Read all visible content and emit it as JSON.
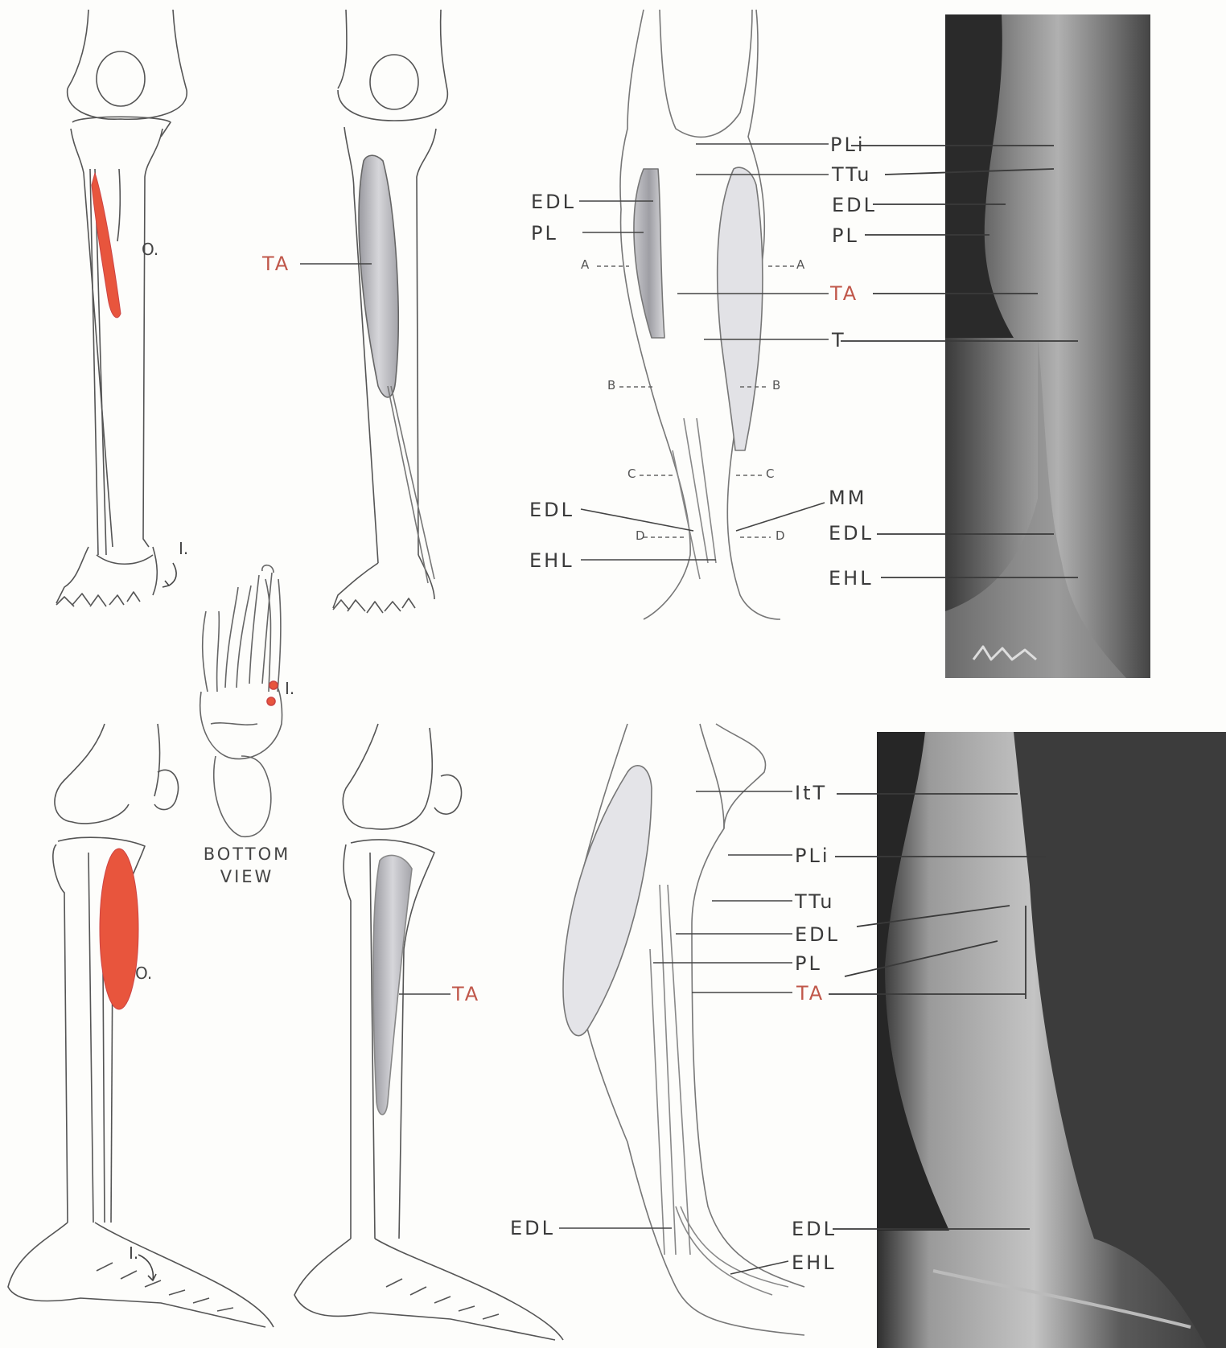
{
  "colors": {
    "origin": "#e8553d",
    "label_red": "#c0574a",
    "muscle": "#b8b8bc",
    "photo_bg": "#2e2e2e",
    "line": "#555555"
  },
  "bottom_view": {
    "line1": "BOTTOM",
    "line2": "VIEW"
  },
  "top": {
    "origin_marker": "O.",
    "insertion_marker": "I.",
    "foot_insertion_marker": "I.",
    "muscle_label": "TA",
    "dissection": {
      "left": [
        "EDL",
        "PL",
        "EDL",
        "EHL"
      ],
      "sections": {
        "a_left": "A",
        "a_right": "A",
        "b_left": "B",
        "b_right": "B",
        "c_left": "C",
        "c_right": "C",
        "d_left": "D",
        "d_right": "D"
      }
    },
    "photo_labels": [
      "PLi",
      "TTu",
      "EDL",
      "PL",
      "TA",
      "T",
      "MM",
      "EDL",
      "EHL"
    ]
  },
  "bottom": {
    "origin_marker": "O.",
    "insertion_marker": "I.",
    "muscle_label": "TA",
    "dissection": {
      "left": [
        "EDL"
      ]
    },
    "photo_labels": [
      "ItT",
      "PLi",
      "TTu",
      "EDL",
      "PL",
      "TA",
      "EDL",
      "EHL"
    ]
  }
}
